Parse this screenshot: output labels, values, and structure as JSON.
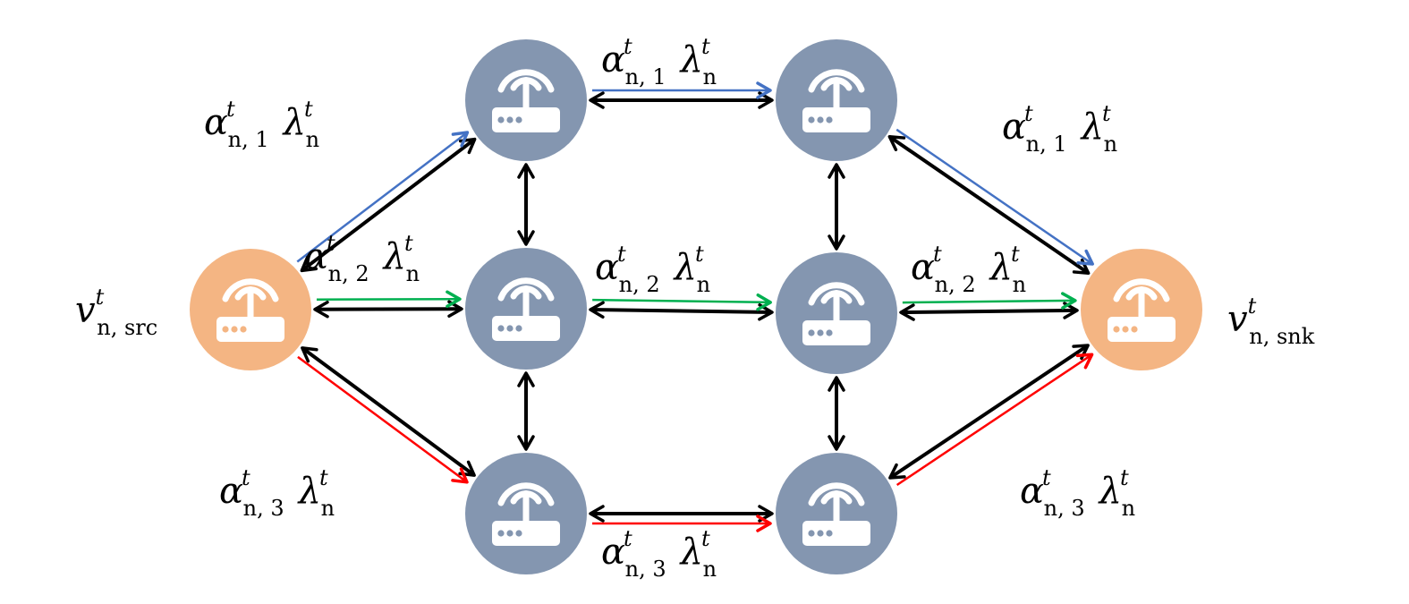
{
  "colors": {
    "endpoint_node": "#F4B583",
    "relay_node": "#8496B0",
    "path_1": "#4472C4",
    "path_2": "#00B050",
    "path_3": "#FF0000",
    "link": "#000000",
    "icon": "#FFFFFF"
  },
  "nodes": [
    {
      "id": "src",
      "role": "source",
      "icon": "router-icon",
      "label": {
        "base": "v",
        "sup": "t",
        "sub": "n, src"
      }
    },
    {
      "id": "a1",
      "role": "relay",
      "icon": "router-icon"
    },
    {
      "id": "b1",
      "role": "relay",
      "icon": "router-icon"
    },
    {
      "id": "a2",
      "role": "relay",
      "icon": "router-icon"
    },
    {
      "id": "b2",
      "role": "relay",
      "icon": "router-icon"
    },
    {
      "id": "a3",
      "role": "relay",
      "icon": "router-icon"
    },
    {
      "id": "b3",
      "role": "relay",
      "icon": "router-icon"
    },
    {
      "id": "snk",
      "role": "sink",
      "icon": "router-icon",
      "label": {
        "base": "v",
        "sup": "t",
        "sub": "n, snk"
      }
    }
  ],
  "links": [
    [
      "src",
      "a1"
    ],
    [
      "a1",
      "b1"
    ],
    [
      "b1",
      "snk"
    ],
    [
      "src",
      "a2"
    ],
    [
      "a2",
      "b2"
    ],
    [
      "b2",
      "snk"
    ],
    [
      "src",
      "a3"
    ],
    [
      "a3",
      "b3"
    ],
    [
      "b3",
      "snk"
    ],
    [
      "a1",
      "a2"
    ],
    [
      "a2",
      "a3"
    ],
    [
      "b1",
      "b2"
    ],
    [
      "b2",
      "b3"
    ]
  ],
  "paths": [
    {
      "index": 1,
      "color_key": "path_1",
      "hops": [
        [
          "src",
          "a1"
        ],
        [
          "a1",
          "b1"
        ],
        [
          "b1",
          "snk"
        ]
      ],
      "label": {
        "alpha": "α",
        "alpha_sup": "t",
        "alpha_sub": "n, 1",
        "lambda": "λ",
        "lambda_sup": "t",
        "lambda_sub": "n"
      }
    },
    {
      "index": 2,
      "color_key": "path_2",
      "hops": [
        [
          "src",
          "a2"
        ],
        [
          "a2",
          "b2"
        ],
        [
          "b2",
          "snk"
        ]
      ],
      "label": {
        "alpha": "α",
        "alpha_sup": "t",
        "alpha_sub": "n, 2",
        "lambda": "λ",
        "lambda_sup": "t",
        "lambda_sub": "n"
      }
    },
    {
      "index": 3,
      "color_key": "path_3",
      "hops": [
        [
          "src",
          "a3"
        ],
        [
          "a3",
          "b3"
        ],
        [
          "b3",
          "snk"
        ]
      ],
      "label": {
        "alpha": "α",
        "alpha_sup": "t",
        "alpha_sub": "n, 3",
        "lambda": "λ",
        "lambda_sup": "t",
        "lambda_sub": "n"
      }
    }
  ]
}
